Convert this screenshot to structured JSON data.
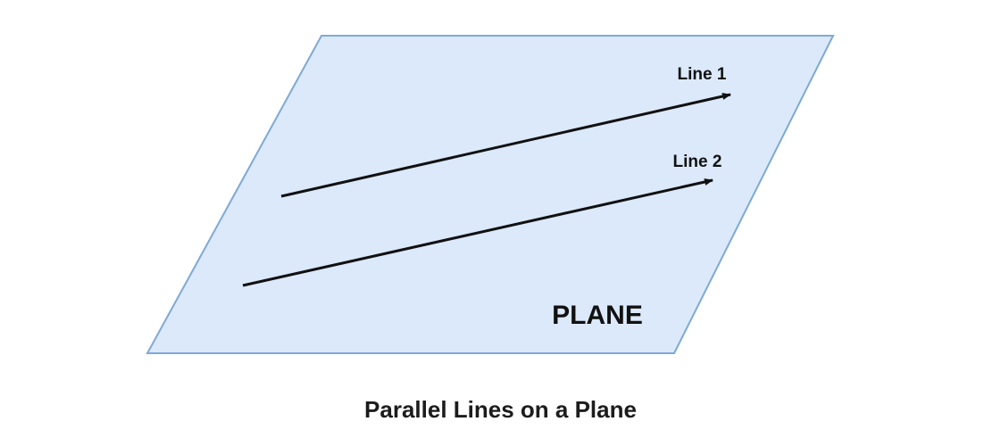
{
  "diagram": {
    "plane_label": "PLANE",
    "lines": [
      {
        "label": "Line 1"
      },
      {
        "label": "Line 2"
      }
    ],
    "caption": "Parallel Lines on a Plane"
  },
  "colors": {
    "plane_fill": "#dbe9fb",
    "plane_stroke": "#7ea9d6",
    "line_color": "#111111",
    "text_color": "#1c1c1c"
  }
}
